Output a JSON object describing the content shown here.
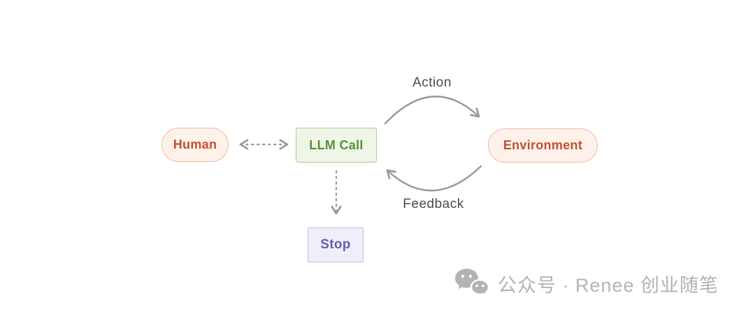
{
  "diagram": {
    "nodes": {
      "human": {
        "label": "Human",
        "shape": "pill"
      },
      "llm_call": {
        "label": "LLM Call",
        "shape": "rect"
      },
      "environment": {
        "label": "Environment",
        "shape": "pill"
      },
      "stop": {
        "label": "Stop",
        "shape": "rect"
      }
    },
    "edges": {
      "human_llm": {
        "style": "dashed-double-arrow"
      },
      "llm_stop": {
        "style": "dashed-arrow"
      },
      "action": {
        "label": "Action",
        "style": "curved-solid-arrow",
        "from": "llm_call",
        "to": "environment"
      },
      "feedback": {
        "label": "Feedback",
        "style": "curved-solid-arrow",
        "from": "environment",
        "to": "llm_call"
      }
    }
  },
  "colors": {
    "node_red_bg": "#fdf1ea",
    "node_red_border": "#e9bca7",
    "node_red_text": "#c14f32",
    "node_green_bg": "#eff5e7",
    "node_green_border": "#abcb92",
    "node_green_text": "#55923a",
    "node_purple_bg": "#efeff9",
    "node_purple_border": "#bdbdde",
    "node_purple_text": "#6161b1",
    "arrow_gray": "#9a9a9a",
    "label_gray": "#4b4b4b",
    "watermark_gray": "#b3b3b3"
  },
  "watermark": {
    "icon": "wechat-icon",
    "text": "公众号 · Renee 创业随笔"
  }
}
